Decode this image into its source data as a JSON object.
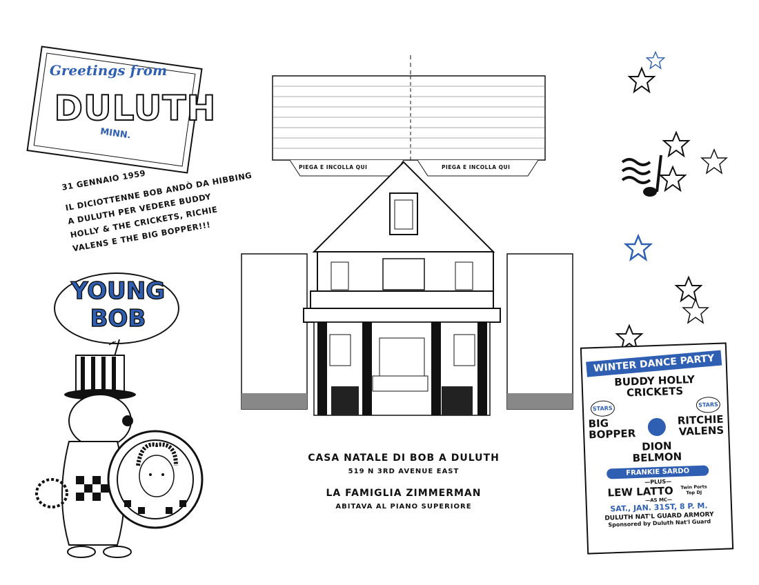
{
  "postcard": {
    "greeting": "Greetings from",
    "city": "DULUTH",
    "state": "MINN."
  },
  "story": {
    "date": "31 GENNAIO 1959",
    "lines": [
      "IL DICIOTTENNE BOB ANDÒ DA HIBBING",
      "A DULUTH PER VEDERE BUDDY",
      "HOLLY & THE CRICKETS, RICHIE",
      "VALENS E THE BIG BOPPER!!!"
    ]
  },
  "bubble": {
    "line1": "YOUNG",
    "line2": "BOB"
  },
  "house": {
    "fold_left": "PIEGA E INCOLLA QUI",
    "fold_right": "PIEGA E INCOLLA QUI"
  },
  "caption": {
    "title": "CASA NATALE DI BOB A DULUTH",
    "address": "519 N 3RD AVENUE EAST",
    "title2": "LA FAMIGLIA ZIMMERMAN",
    "subtitle2": "ABITAVA AL PIANO SUPERIORE"
  },
  "poster": {
    "banner": "WINTER DANCE PARTY",
    "act1a": "BUDDY HOLLY",
    "act1b": "CRICKETS",
    "stars": "STARS",
    "act2a": "BIG",
    "act2b": "BOPPER",
    "act3a": "RITCHIE",
    "act3b": "VALENS",
    "act4a": "DION",
    "act4b": "BELMON",
    "act5": "FRANKIE SARDO",
    "plus": "—PLUS—",
    "mc_name": "LEW LATTO",
    "mc_note": "Twin Ports Top DJ",
    "as_mc": "—AS MC—",
    "date": "SAT., JAN. 31st, 8 P. M.",
    "venue": "DULUTH NAT'L GUARD ARMORY",
    "sponsor": "Sponsored by Duluth Nat'l Guard"
  },
  "colors": {
    "accent": "#2f5fb3",
    "ink": "#111111"
  }
}
